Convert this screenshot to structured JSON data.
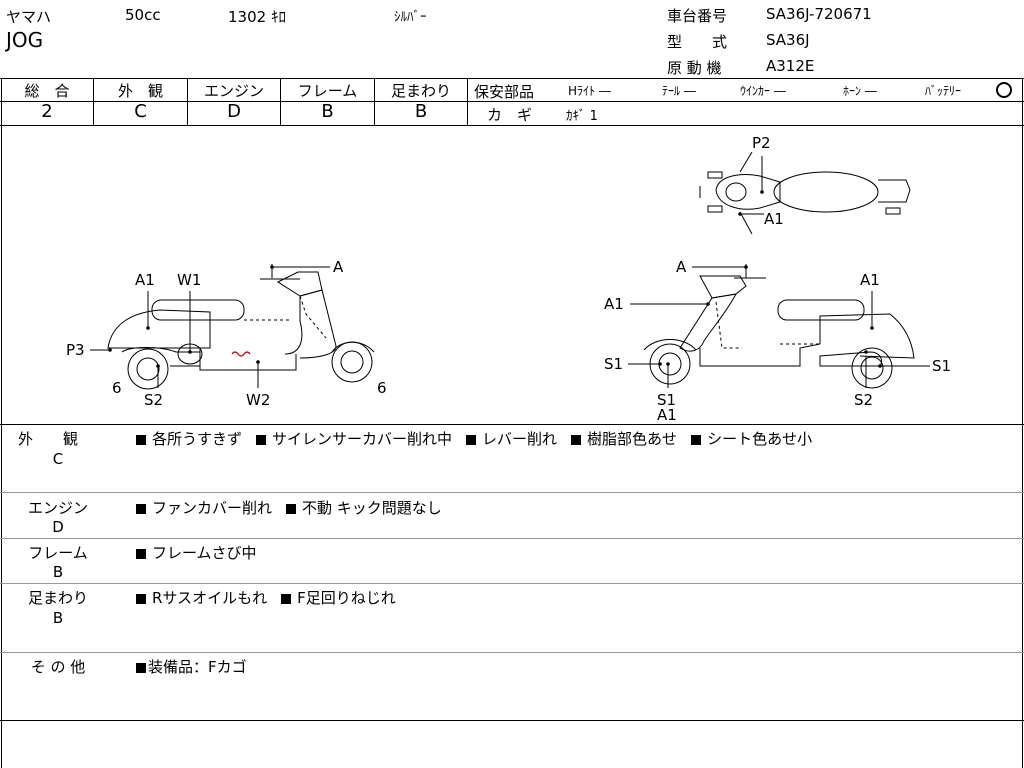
{
  "header": {
    "maker": "ヤマハ",
    "cc": "50cc",
    "mileage": "1302 ｷﾛ",
    "color": "ｼﾙﾊﾞｰ",
    "model": "JOG",
    "frame_label": "車台番号",
    "frame_value": "SA36J-720671",
    "type_label": "型　　式",
    "type_value": "SA36J",
    "engine_label": "原 動 機",
    "engine_value": "A312E"
  },
  "grades": {
    "headers": [
      "総　合",
      "外　観",
      "エンジン",
      "フレーム",
      "足まわり"
    ],
    "values": [
      "2",
      "C",
      "D",
      "B",
      "B"
    ]
  },
  "safety": {
    "label": "保安部品",
    "items": [
      "Hﾗｲﾄ ―",
      "ﾃｰﾙ ―",
      "ｳｲﾝｶｰ ―",
      "ﾎｰﾝ ―",
      "ﾊﾞｯﾃﾘｰ"
    ],
    "key_label": "カ　ギ",
    "key_value": "ｶｷﾞ 1"
  },
  "diagram": {
    "left_labels": [
      "A1",
      "W1",
      "A",
      "P3",
      "6",
      "S2",
      "W2",
      "6"
    ],
    "right_labels": [
      "P2",
      "A1",
      "A",
      "A1",
      "A1",
      "S1",
      "S1",
      "A1",
      "S2",
      "S1"
    ]
  },
  "remarks": [
    {
      "label": "外　　観",
      "grade": "C",
      "items": [
        "各所うすきず",
        "サイレンサーカバー削れ中",
        "レバー削れ",
        "樹脂部色あせ",
        "シート色あせ小"
      ]
    },
    {
      "label": "エンジン",
      "grade": "D",
      "items": [
        "ファンカバー削れ",
        "不動 キック問題なし"
      ]
    },
    {
      "label": "フレーム",
      "grade": "B",
      "items": [
        "フレームさび中"
      ]
    },
    {
      "label": "足まわり",
      "grade": "B",
      "items": [
        "Rサスオイルもれ",
        "F足回りねじれ"
      ]
    },
    {
      "label": "そ の 他",
      "grade": "",
      "items": [
        "装備品：Fカゴ"
      ]
    }
  ]
}
